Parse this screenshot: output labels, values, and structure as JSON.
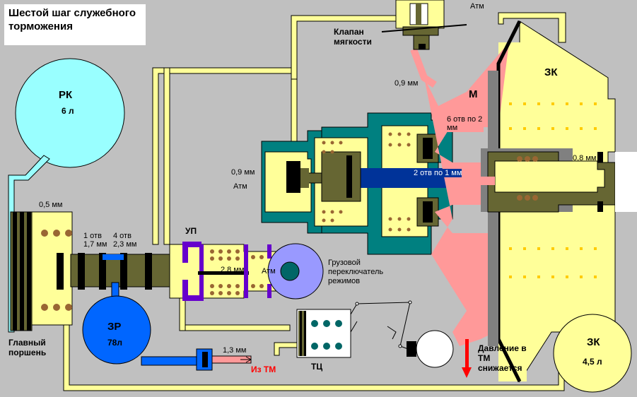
{
  "title": "Шестой шаг служебного торможения",
  "labels": {
    "rk": "РК",
    "rk_volume": "6 л",
    "zr": "ЗР",
    "zr_volume": "78л",
    "zk_main": "ЗК",
    "zk_small": "ЗК",
    "zk_small_volume": "4,5 л",
    "m": "М",
    "up": "УП",
    "tc": "ТЦ",
    "softness_valve": "Клапан мягкости",
    "atm_top": "Атм",
    "atm_left": "Атм",
    "atm_up": "Атм",
    "main_piston": "Главный поршень",
    "mode_switch": "Грузовой переключатель режимов",
    "pressure_drop": "Давление в ТМ снижается",
    "from_tm": "Из ТМ",
    "d_05": "0,5 мм",
    "d_09_top": "0,9 мм",
    "d_09_left": "0,9 мм",
    "d_08": "0,8 мм",
    "d_13": "1,3 мм",
    "d_28": "2,8 мм",
    "holes_1": "1 отв 1,7 мм",
    "holes_4": "4 отв 2,3 мм",
    "holes_6": "6 отв по 2 мм",
    "holes_2": "2 отв по 1 мм"
  },
  "colors": {
    "background": "#c0c0c0",
    "pipe": "#ffff99",
    "rk": "#99ffff",
    "zr": "#0066ff",
    "chamber": "#ff9999",
    "body_teal": "#008080",
    "olive": "#666633",
    "navy": "#003399",
    "purple": "#6600cc",
    "lavender": "#9999ff",
    "arrow": "#ff0000"
  }
}
